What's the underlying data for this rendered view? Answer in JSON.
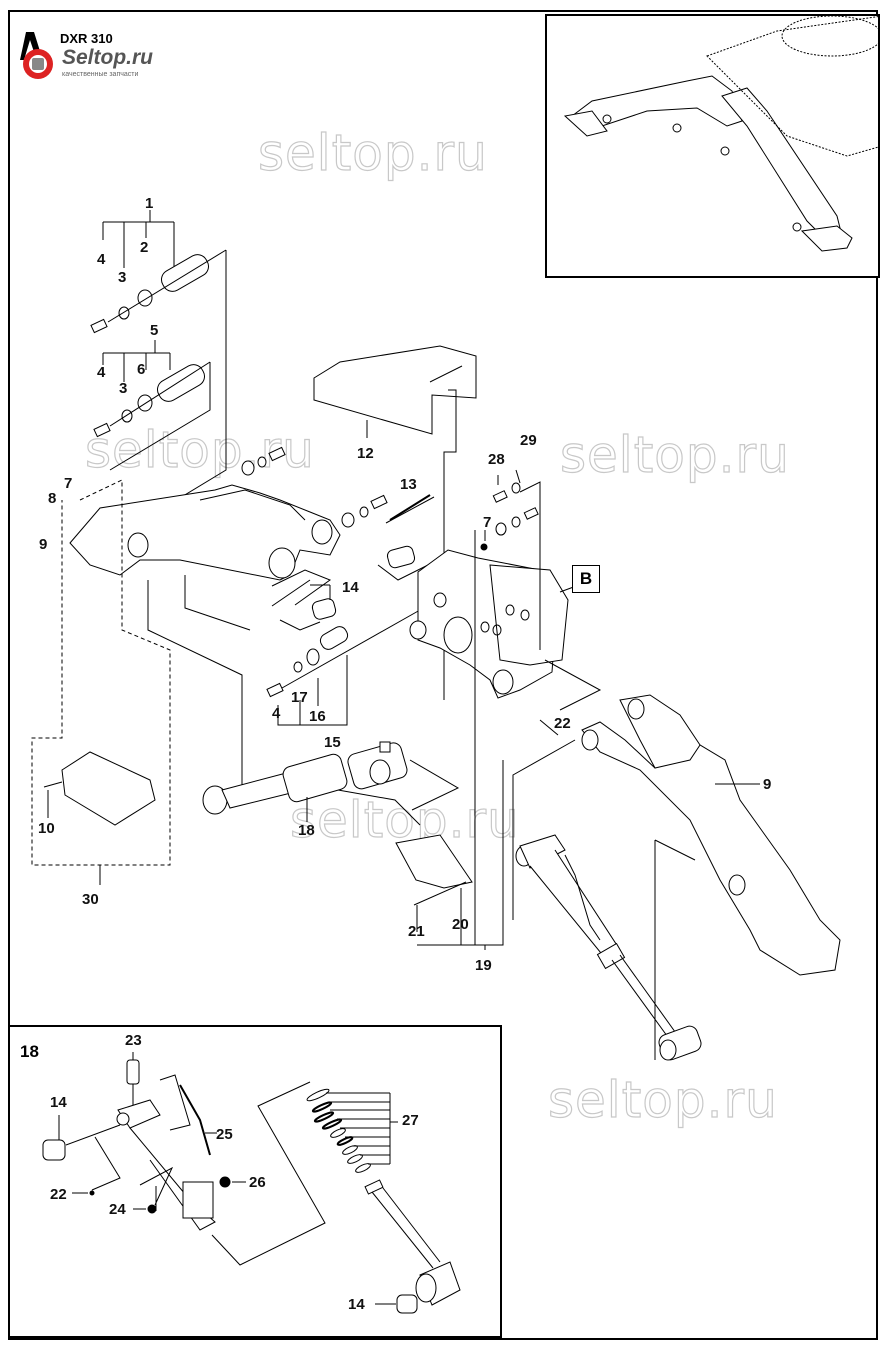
{
  "header": {
    "model": "DXR 310",
    "brand": "Seltop.ru",
    "tagline": "качественные запчасти"
  },
  "watermark": "seltop.ru",
  "callout_box": "B",
  "detail_inset": {
    "title": "18"
  },
  "part_labels": [
    {
      "id": "1",
      "text": "1"
    },
    {
      "id": "2",
      "text": "2"
    },
    {
      "id": "3a",
      "text": "3"
    },
    {
      "id": "4a",
      "text": "4"
    },
    {
      "id": "5",
      "text": "5"
    },
    {
      "id": "6",
      "text": "6"
    },
    {
      "id": "3b",
      "text": "3"
    },
    {
      "id": "4b",
      "text": "4"
    },
    {
      "id": "7a",
      "text": "7"
    },
    {
      "id": "8",
      "text": "8"
    },
    {
      "id": "9a",
      "text": "9"
    },
    {
      "id": "12",
      "text": "12"
    },
    {
      "id": "13",
      "text": "13"
    },
    {
      "id": "14a",
      "text": "14"
    },
    {
      "id": "28",
      "text": "28"
    },
    {
      "id": "29",
      "text": "29"
    },
    {
      "id": "7b",
      "text": "7"
    },
    {
      "id": "4c",
      "text": "4"
    },
    {
      "id": "17",
      "text": "17"
    },
    {
      "id": "16",
      "text": "16"
    },
    {
      "id": "15",
      "text": "15"
    },
    {
      "id": "22a",
      "text": "22"
    },
    {
      "id": "9b",
      "text": "9"
    },
    {
      "id": "10",
      "text": "10"
    },
    {
      "id": "30",
      "text": "30"
    },
    {
      "id": "18",
      "text": "18"
    },
    {
      "id": "20",
      "text": "20"
    },
    {
      "id": "21",
      "text": "21"
    },
    {
      "id": "19",
      "text": "19"
    },
    {
      "id": "23",
      "text": "23"
    },
    {
      "id": "14b",
      "text": "14"
    },
    {
      "id": "25",
      "text": "25"
    },
    {
      "id": "27",
      "text": "27"
    },
    {
      "id": "26",
      "text": "26"
    },
    {
      "id": "22b",
      "text": "22"
    },
    {
      "id": "24",
      "text": "24"
    },
    {
      "id": "14c",
      "text": "14"
    }
  ]
}
